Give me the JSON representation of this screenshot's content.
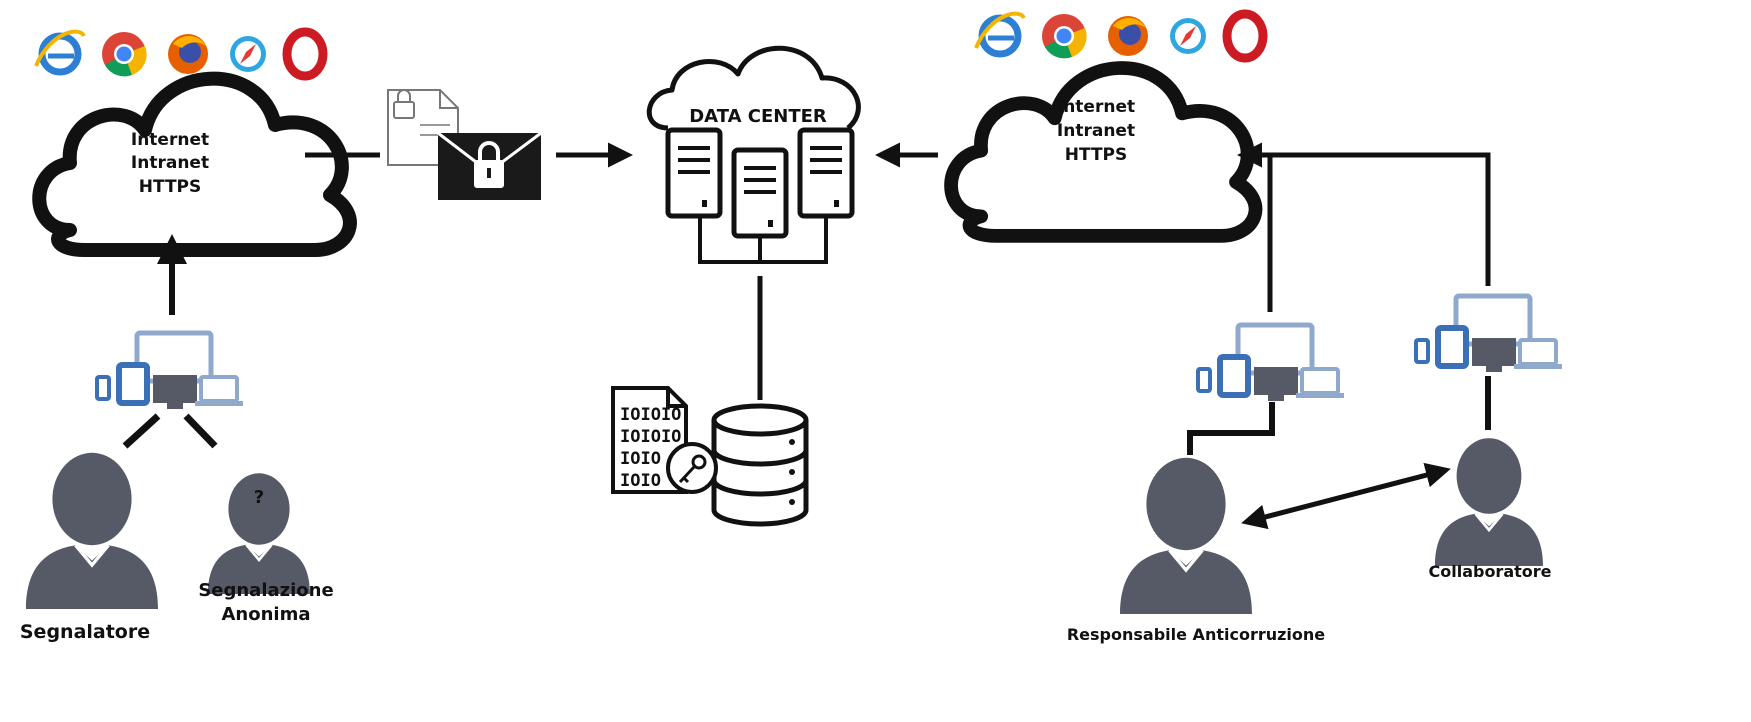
{
  "left_cloud": {
    "lines": [
      "Internet",
      "Intranet",
      "HTTPS"
    ]
  },
  "right_cloud": {
    "lines": [
      "Internet",
      "Intranet",
      "HTTPS"
    ]
  },
  "data_center": {
    "label": "DATA CENTER"
  },
  "binary_doc": {
    "lines": [
      "IOIOIO",
      "IOIOIO",
      "IOIO",
      "IOIO"
    ]
  },
  "anonymous_mark": "?",
  "actors": {
    "segnalatore": "Segnalatore",
    "anonima": [
      "Segnalazione",
      "Anonima"
    ],
    "responsabile": "Responsabile Anticorruzione",
    "collaboratore": "Collaboratore"
  },
  "browsers": [
    "ie-icon",
    "chrome-icon",
    "firefox-icon",
    "safari-icon",
    "opera-icon"
  ],
  "colors": {
    "person": "#555a66",
    "device": "#3b6fb6",
    "line": "#111111",
    "ie": "#2d7fd3",
    "chrome_red": "#db4437",
    "chrome_green": "#0f9d58",
    "chrome_yellow": "#f4b400",
    "firefox": "#e66000",
    "opera": "#cc1b22"
  }
}
